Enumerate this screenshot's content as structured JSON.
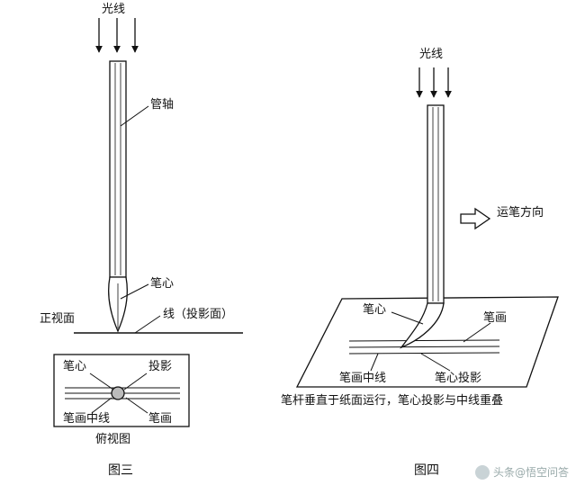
{
  "fig3": {
    "light": "光线",
    "tube": "管轴",
    "nib": "笔心",
    "front_plane": "正视面",
    "line_proj": "线（投影面）",
    "top_nib": "笔心",
    "top_proj": "投影",
    "top_center": "笔画中线",
    "top_stroke": "笔画",
    "top_view": "俯视图",
    "caption": "图三"
  },
  "fig4": {
    "light": "光线",
    "move_dir": "运笔方向",
    "nib": "笔心",
    "stroke": "笔画",
    "center": "笔画中线",
    "nib_proj": "笔心投影",
    "description": "笔杆垂直于纸面运行，笔心投影与中线重叠",
    "caption": "图四"
  },
  "watermark": "头条@悟空问答"
}
